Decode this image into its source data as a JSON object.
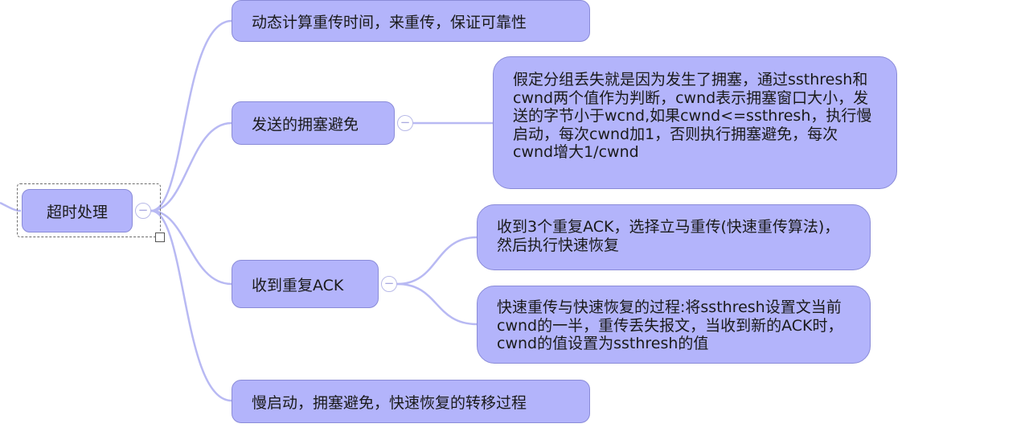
{
  "mindmap": {
    "root": {
      "label": "超时处理"
    },
    "branches": [
      {
        "label": "动态计算重传时间，来重传，保证可靠性"
      },
      {
        "label": "发送的拥塞避免",
        "children": [
          {
            "label": "假定分组丢失就是因为发生了拥塞，通过ssthresh和cwnd两个值作为判断，cwnd表示拥塞窗口大小，发送的字节小于wcnd,如果cwnd<=ssthresh，执行慢启动，每次cwnd加1，否则执行拥塞避免，每次cwnd增大1/cwnd"
          }
        ]
      },
      {
        "label": "收到重复ACK",
        "children": [
          {
            "label": "收到3个重复ACK，选择立马重传(快速重传算法)，然后执行快速恢复"
          },
          {
            "label": "快速重传与快速恢复的过程:将ssthresh设置文当前cwnd的一半，重传丢失报文，当收到新的ACK时，cwnd的值设置为ssthresh的值"
          }
        ]
      },
      {
        "label": "慢启动，拥塞避免，快速恢复的转移过程"
      }
    ],
    "collapse_symbol": "−"
  },
  "colors": {
    "node_fill": "#b3b4fb",
    "node_border": "#8a8bd8",
    "connector": "#b8b9f3",
    "selection_border": "#6e6e6e"
  },
  "icons": {
    "collapse": "minus-circle-icon",
    "resize": "resize-handle-icon"
  }
}
